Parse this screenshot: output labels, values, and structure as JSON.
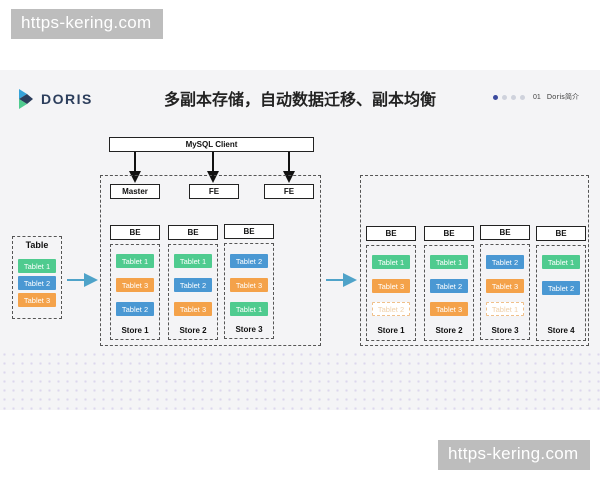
{
  "watermark": {
    "top": "https-kering.com",
    "bottom": "https-kering.com"
  },
  "logo": {
    "text": "DORIS"
  },
  "title": "多副本存储，自动数据迁移、副本均衡",
  "pager": {
    "page": "01",
    "section": "Doris简介"
  },
  "diagram": {
    "client": "MySQL Client",
    "frontends": [
      "Master",
      "FE",
      "FE"
    ],
    "table": {
      "label": "Table",
      "tablets": [
        "Tablet 1",
        "Tablet 2",
        "Tablet 3"
      ]
    },
    "left_cluster": {
      "stores": [
        {
          "be": "BE",
          "name": "Store 1",
          "tablets": [
            "Tablet 1",
            "Tablet 3",
            "Tablet 2"
          ]
        },
        {
          "be": "BE",
          "name": "Store 2",
          "tablets": [
            "Tablet 1",
            "Tablet 2",
            "Tablet 3"
          ]
        },
        {
          "be": "BE",
          "name": "Store 3",
          "tablets": [
            "Tablet 2",
            "Tablet 3",
            "Tablet 1"
          ]
        }
      ]
    },
    "right_cluster": {
      "stores": [
        {
          "be": "BE",
          "name": "Store 1",
          "tablets": [
            "Tablet 1",
            "Tablet 3",
            "Tablet 2"
          ]
        },
        {
          "be": "BE",
          "name": "Store 2",
          "tablets": [
            "Tablet 1",
            "Tablet 2",
            "Tablet 3"
          ]
        },
        {
          "be": "BE",
          "name": "Store 3",
          "tablets": [
            "Tablet 2",
            "Tablet 3",
            "Tablet 1"
          ]
        },
        {
          "be": "BE",
          "name": "Store 4",
          "tablets": [
            "Tablet 1",
            "Tablet 2"
          ]
        }
      ]
    },
    "colors": {
      "green": "#4fcb8f",
      "blue": "#4a98d3",
      "orange": "#f4a24a",
      "arrow": "#4fa3c9"
    }
  }
}
